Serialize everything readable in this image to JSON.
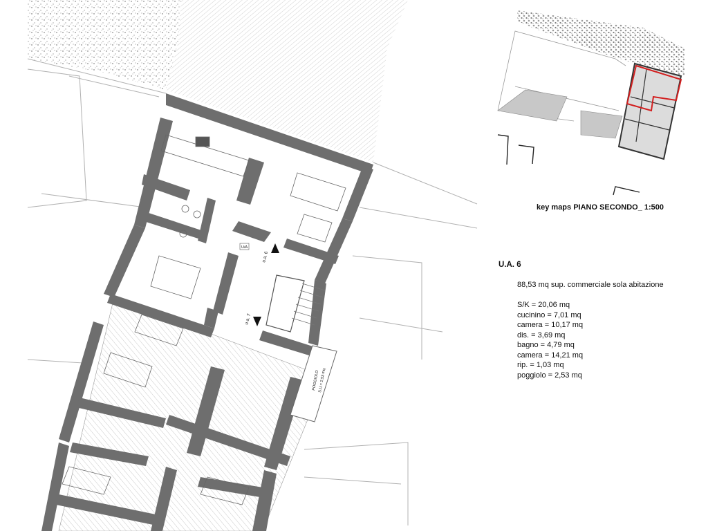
{
  "keymap": {
    "caption": "key maps PIANO SECONDO_ 1:500"
  },
  "unit": {
    "title": "U.A. 6",
    "summary": "88,53 mq sup. commerciale sola abitazione",
    "rooms": [
      "S/K = 20,06 mq",
      "cucinino = 7,01 mq",
      "camera =  10,17 mq",
      "dis. = 3,69 mq",
      "bagno = 4,79 mq",
      "camera = 14,21 mq",
      "rip. = 1,03 mq",
      "poggiolo = 2,53 mq"
    ]
  },
  "plan_labels": {
    "ua6": "u.a. 6",
    "ua7": "u.a. 7",
    "rip": "U/A",
    "poggiolo": "POGGIOLO",
    "poggiolo_area": "S.U.= 2,53 mq"
  },
  "colors": {
    "wall": "#6e6e6e",
    "highlight": "#d21f1f",
    "line": "#9a9a9a"
  }
}
